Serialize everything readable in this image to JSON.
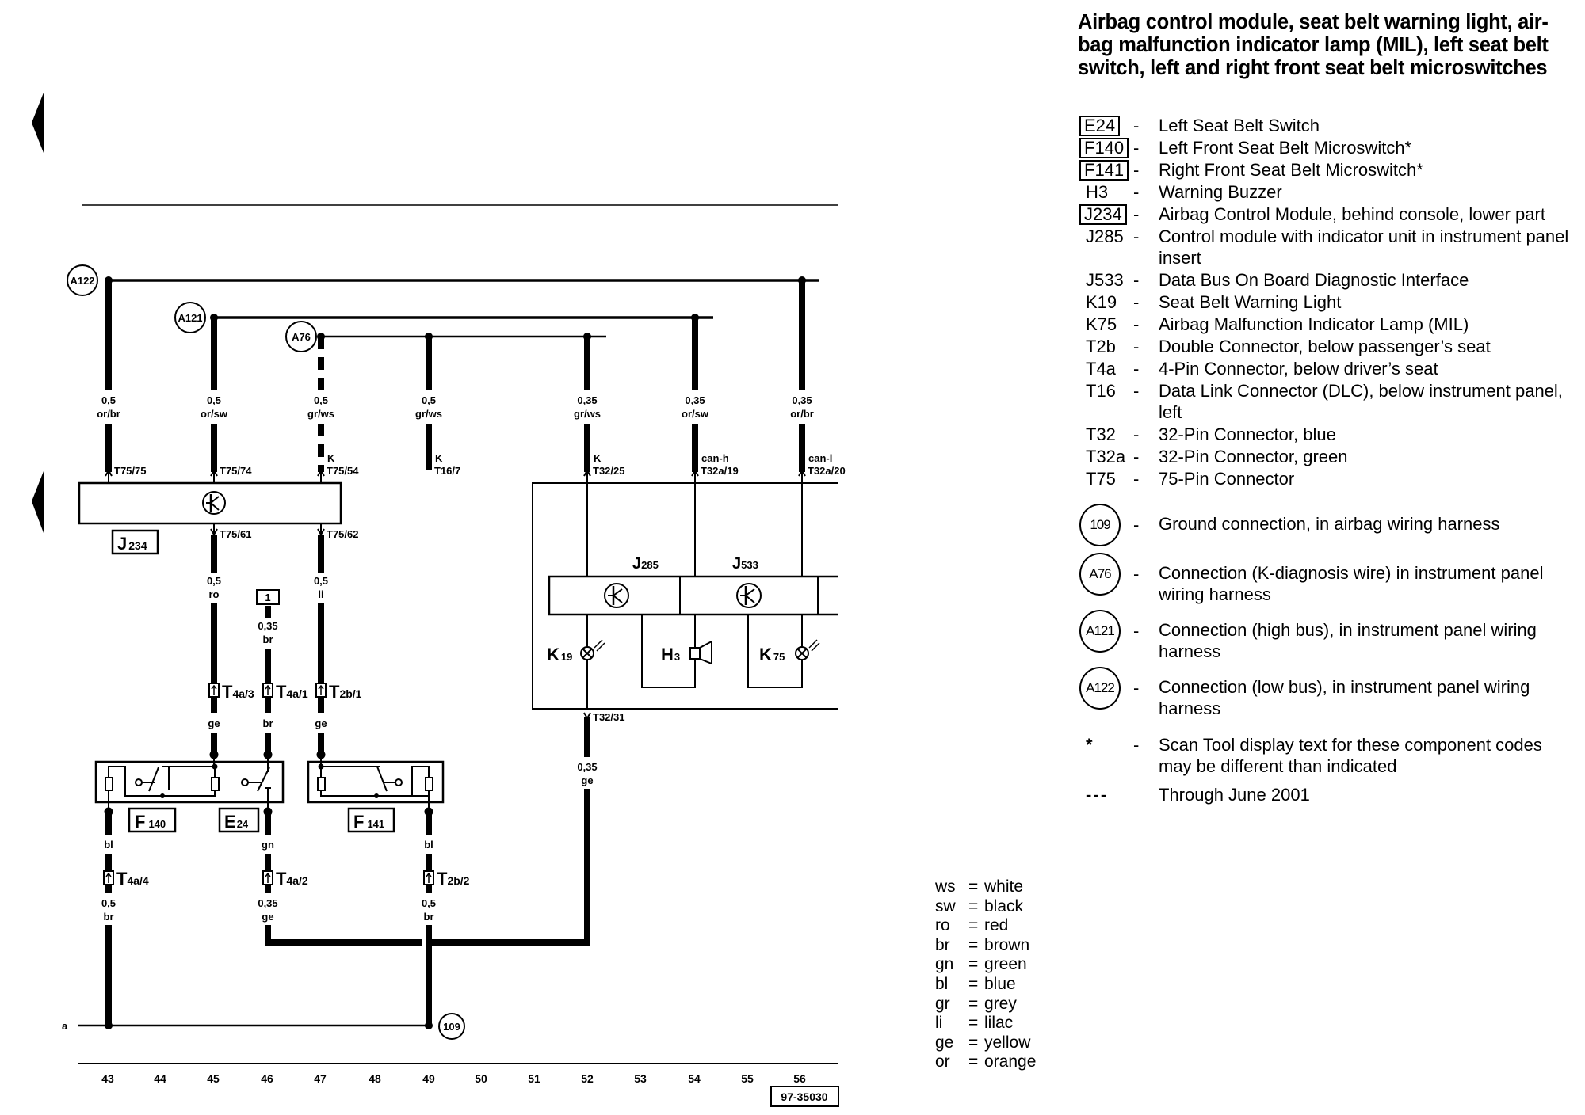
{
  "title": "Airbag control module, seat belt warning light, air-bag malfunction indicator lamp (MIL), left seat belt switch, left and right front seat belt microswitches",
  "title_lines": [
    "Airbag control module, seat belt warning light, air-",
    "bag malfunction indicator lamp (MIL), left seat belt",
    "switch, left and right front seat belt microswitches"
  ],
  "legend": {
    "components": [
      {
        "code": "E24",
        "boxed": true,
        "desc": "Left Seat Belt Switch"
      },
      {
        "code": "F140",
        "boxed": true,
        "desc": "Left Front Seat Belt Microswitch*"
      },
      {
        "code": "F141",
        "boxed": true,
        "desc": "Right Front Seat Belt Microswitch*"
      },
      {
        "code": "H3",
        "boxed": false,
        "desc": "Warning Buzzer"
      },
      {
        "code": "J234",
        "boxed": true,
        "desc": "Airbag Control Module, behind console, lower part"
      },
      {
        "code": "J285",
        "boxed": false,
        "desc": "Control module with indicator unit in instrument panel insert"
      },
      {
        "code": "J533",
        "boxed": false,
        "desc": "Data Bus On Board Diagnostic Interface"
      },
      {
        "code": "K19",
        "boxed": false,
        "desc": "Seat Belt Warning Light"
      },
      {
        "code": "K75",
        "boxed": false,
        "desc": "Airbag Malfunction Indicator Lamp (MIL)"
      },
      {
        "code": "T2b",
        "boxed": false,
        "desc": "Double Connector, below passenger’s seat"
      },
      {
        "code": "T4a",
        "boxed": false,
        "desc": "4-Pin Connector, below driver’s seat"
      },
      {
        "code": "T16",
        "boxed": false,
        "desc": "Data Link Connector (DLC), below instrument panel, left"
      },
      {
        "code": "T32",
        "boxed": false,
        "desc": "32-Pin Connector, blue"
      },
      {
        "code": "T32a",
        "boxed": false,
        "desc": "32-Pin Connector, green"
      },
      {
        "code": "T75",
        "boxed": false,
        "desc": "75-Pin Connector"
      }
    ],
    "connections": [
      {
        "code": "109",
        "desc": "Ground connection, in airbag wiring harness"
      },
      {
        "code": "A76",
        "desc": "Connection (K-diagnosis wire) in instrument panel wiring harness"
      },
      {
        "code": "A121",
        "desc": "Connection (high bus), in instrument panel wiring harness"
      },
      {
        "code": "A122",
        "desc": "Connection (low bus), in instrument panel wiring harness"
      }
    ],
    "notes": [
      {
        "symbol": "*",
        "dash": "-",
        "desc": "Scan Tool display text for these component codes may be different than indicated"
      },
      {
        "symbol": "- - -",
        "dash": "",
        "desc": "Through June 2001"
      }
    ]
  },
  "wire_colors": [
    {
      "code": "ws",
      "name": "white"
    },
    {
      "code": "sw",
      "name": "black"
    },
    {
      "code": "ro",
      "name": "red"
    },
    {
      "code": "br",
      "name": "brown"
    },
    {
      "code": "gn",
      "name": "green"
    },
    {
      "code": "bl",
      "name": "blue"
    },
    {
      "code": "gr",
      "name": "grey"
    },
    {
      "code": "li",
      "name": "lilac"
    },
    {
      "code": "ge",
      "name": "yellow"
    },
    {
      "code": "or",
      "name": "orange"
    }
  ],
  "diagram": {
    "bus_labels": {
      "A122": "A122",
      "A121": "A121",
      "A76": "A76",
      "ground": "109"
    },
    "ground_bus_label": "a",
    "upper_wires": [
      {
        "id": "w43",
        "size": "0,5",
        "color": "or/br",
        "signal": "",
        "pin": "T75/75"
      },
      {
        "id": "w45",
        "size": "0,5",
        "color": "or/sw",
        "signal": "",
        "pin": "T75/74"
      },
      {
        "id": "w47",
        "size": "0,5",
        "color": "gr/ws",
        "signal": "K",
        "pin": "T75/54"
      },
      {
        "id": "w49",
        "size": "0,5",
        "color": "gr/ws",
        "signal": "K",
        "pin": "T16/7"
      },
      {
        "id": "w52",
        "size": "0,35",
        "color": "gr/ws",
        "signal": "K",
        "pin": "T32/25"
      },
      {
        "id": "w54",
        "size": "0,35",
        "color": "or/sw",
        "signal": "can-h",
        "pin": "T32a/19"
      },
      {
        "id": "w56",
        "size": "0,35",
        "color": "or/br",
        "signal": "can-l",
        "pin": "T32a/20"
      }
    ],
    "components": {
      "J234": {
        "letter": "J",
        "num": "234"
      },
      "J285": {
        "letter": "J",
        "num": "285"
      },
      "J533": {
        "letter": "J",
        "num": "533"
      },
      "K19": {
        "letter": "K",
        "num": "19"
      },
      "H3": {
        "letter": "H",
        "num": "3"
      },
      "K75": {
        "letter": "K",
        "num": "75"
      },
      "F140": {
        "letter": "F",
        "num": "140"
      },
      "E24": {
        "letter": "E",
        "num": "24"
      },
      "F141": {
        "letter": "F",
        "num": "141"
      }
    },
    "j234_pins": {
      "p61": "T75/61",
      "p62": "T75/62"
    },
    "mid_wires": [
      {
        "id": "m45",
        "size": "0,5",
        "color": "ro",
        "conn_letter": "T",
        "conn_sub": "4a/3",
        "color_below": "ge"
      },
      {
        "id": "m46",
        "size": "0,35",
        "color": "br",
        "conn_letter": "T",
        "conn_sub": "4a/1",
        "color_below": "br",
        "ref": "1"
      },
      {
        "id": "m47",
        "size": "0,5",
        "color": "li",
        "conn_letter": "T",
        "conn_sub": "2b/1",
        "color_below": "ge"
      }
    ],
    "lower_wires": [
      {
        "id": "l43",
        "color_above": "bl",
        "conn_letter": "T",
        "conn_sub": "4a/4",
        "size": "0,5",
        "color": "br"
      },
      {
        "id": "l46",
        "color_above": "gn",
        "conn_letter": "T",
        "conn_sub": "4a/2",
        "size": "0,35",
        "color": "ge"
      },
      {
        "id": "l49",
        "color_above": "bl",
        "conn_letter": "T",
        "conn_sub": "2b/2",
        "size": "0,5",
        "color": "br"
      }
    ],
    "k19_wire": {
      "pin": "T32/31",
      "size": "0,35",
      "color": "ge"
    },
    "columns": [
      "43",
      "44",
      "45",
      "46",
      "47",
      "48",
      "49",
      "50",
      "51",
      "52",
      "53",
      "54",
      "55",
      "56"
    ],
    "drawing_number": "97-35030"
  }
}
